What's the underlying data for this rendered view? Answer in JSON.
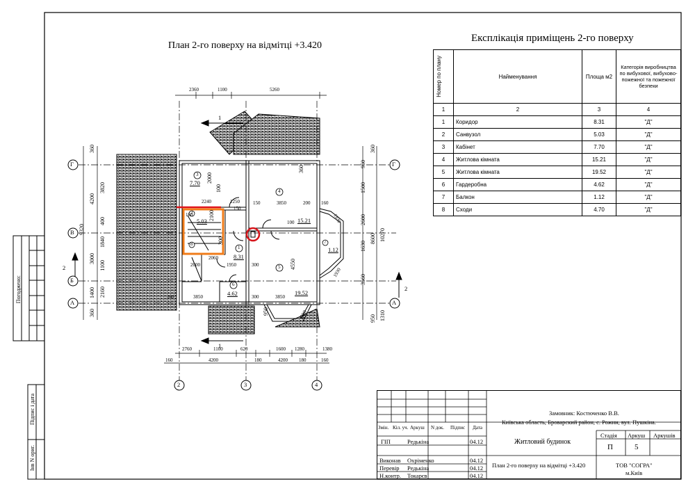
{
  "plan_title": "План 2-го поверху на відмітці  +3.420",
  "explication": {
    "title": "Експлікація приміщень 2-го поверху",
    "headers": {
      "num": "Номер по плану",
      "name": "Найменування",
      "area": "Площа м2",
      "category": "Категорія виробництва по вибухової, вибухово-пожежної та пожежної безпеки"
    },
    "index_row": [
      "1",
      "2",
      "3",
      "4"
    ],
    "rows": [
      {
        "num": "1",
        "name": "Коридор",
        "area": "8.31",
        "cat": "\"Д\""
      },
      {
        "num": "2",
        "name": "Санвузол",
        "area": "5.03",
        "cat": "\"Д\""
      },
      {
        "num": "3",
        "name": "Кабінет",
        "area": "7.70",
        "cat": "\"Д\""
      },
      {
        "num": "4",
        "name": "Житлова кімната",
        "area": "15.21",
        "cat": "\"Д\""
      },
      {
        "num": "5",
        "name": "Житлова кімната",
        "area": "19.52",
        "cat": "\"Д\""
      },
      {
        "num": "6",
        "name": "Гардеробна",
        "area": "4.62",
        "cat": "\"Д\""
      },
      {
        "num": "7",
        "name": "Балкон",
        "area": "1.12",
        "cat": "\"Д\""
      },
      {
        "num": "8",
        "name": "Сходи",
        "area": "4.70",
        "cat": "\"Д\""
      }
    ]
  },
  "stamp": {
    "header_cells": [
      "Змін.",
      "Кіл. уч.",
      "Аркуш",
      "N док.",
      "Підпис",
      "Дата"
    ],
    "customer": "Замовник: Костюченко В.В.",
    "address": "Київська область, Броварский район, с. Рожни, вул. Пушкіна.",
    "project": "Житловий будинок",
    "sheet_title": "План 2-го поверху на відмітці  +3.420",
    "stage_label": "Стадія",
    "sheet_label": "Аркуш",
    "sheets_label": "Аркушів",
    "stage": "П",
    "sheet": "5",
    "org": "ТОВ \"СОГРА\"",
    "city": "м.Київ",
    "people": [
      {
        "role": "ГІП",
        "name": "Редькіна",
        "date": "04.12"
      },
      {
        "role": "Виконав",
        "name": "Охріменко",
        "date": "04.12"
      },
      {
        "role": "Перевір",
        "name": "Редькіна",
        "date": "04.12"
      },
      {
        "role": "Н.контр.",
        "name": "Токарєв",
        "date": "04.12"
      }
    ]
  },
  "side_labels": {
    "agreed": "Погоджено:",
    "sign_date": "Підпис і дата",
    "inv": "Інв N ориг."
  },
  "axes": {
    "rows": [
      "Г",
      "В",
      "Б",
      "А"
    ],
    "cols": [
      "2",
      "3",
      "4"
    ]
  },
  "section_mark": "1",
  "section_mark2": "2",
  "dims_top": [
    "2360",
    "1100",
    "5260"
  ],
  "dims_bottom1": [
    "2760",
    "1100",
    "620",
    "1600",
    "1280",
    "1380"
  ],
  "dims_bottom2": [
    "160",
    "4200",
    "180",
    "4200",
    "180",
    "160"
  ],
  "dims_left_outer": [
    "360",
    "4200",
    "9320",
    "3000",
    "1400",
    "360"
  ],
  "dims_left_inner": [
    "3820",
    "400",
    "1840",
    "1100",
    "2160"
  ],
  "dims_right_outer": [
    "360",
    "8600",
    "10270",
    "1310",
    "950"
  ],
  "dims_right_inner": [
    "950",
    "1500",
    "2600",
    "1630",
    "3560"
  ],
  "dims_inner": [
    "2000",
    "2240",
    "100",
    "1250",
    "150",
    "3850",
    "200",
    "160",
    "160",
    "2100",
    "150",
    "100",
    "300",
    "1950",
    "300",
    "4550",
    "3850",
    "300",
    "3850",
    "360",
    "1930",
    "1930",
    "360",
    "2000",
    "2060",
    "950",
    "600"
  ],
  "rooms": [
    {
      "n": "3",
      "area": "7.70"
    },
    {
      "n": "4",
      "area": "15.21"
    },
    {
      "n": "2",
      "area": "5.03"
    },
    {
      "n": "1",
      "area": "8.31"
    },
    {
      "n": "5",
      "area": "19.52"
    },
    {
      "n": "6",
      "area": "4.62"
    },
    {
      "n": "7",
      "area": "1.12"
    },
    {
      "n": "8",
      "area": ""
    }
  ]
}
